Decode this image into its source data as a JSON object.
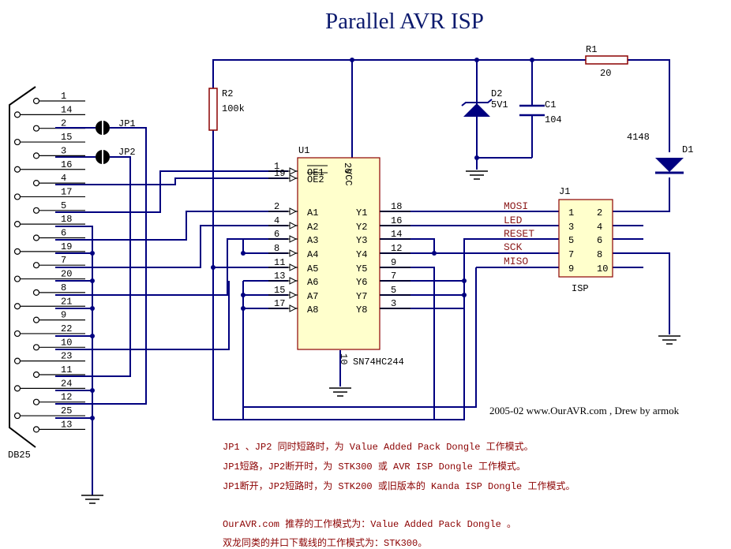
{
  "title": "Parallel AVR ISP",
  "db25": {
    "label": "DB25",
    "pins": [
      "1",
      "14",
      "2",
      "15",
      "3",
      "16",
      "4",
      "17",
      "5",
      "18",
      "6",
      "19",
      "7",
      "20",
      "8",
      "21",
      "9",
      "22",
      "10",
      "23",
      "11",
      "24",
      "12",
      "25",
      "13"
    ]
  },
  "jumpers": {
    "jp1": "JP1",
    "jp2": "JP2"
  },
  "r2": {
    "ref": "R2",
    "value": "100k"
  },
  "r1": {
    "ref": "R1",
    "value": "20"
  },
  "d2": {
    "ref": "D2",
    "value": "5V1"
  },
  "c1": {
    "ref": "C1",
    "value": "104"
  },
  "d1": {
    "ref": "D1",
    "value": "4148"
  },
  "u1": {
    "ref": "U1",
    "part": "SN74HC244",
    "vcc_label": "VCC",
    "vcc_pin": "20",
    "gnd_pin": "10",
    "left_pins": [
      {
        "num": "1",
        "name": "OE1"
      },
      {
        "num": "19",
        "name": "OE2"
      },
      {
        "num": "2",
        "name": "A1"
      },
      {
        "num": "4",
        "name": "A2"
      },
      {
        "num": "6",
        "name": "A3"
      },
      {
        "num": "8",
        "name": "A4"
      },
      {
        "num": "11",
        "name": "A5"
      },
      {
        "num": "13",
        "name": "A6"
      },
      {
        "num": "15",
        "name": "A7"
      },
      {
        "num": "17",
        "name": "A8"
      }
    ],
    "right_pins": [
      {
        "num": "18",
        "name": "Y1"
      },
      {
        "num": "16",
        "name": "Y2"
      },
      {
        "num": "14",
        "name": "Y3"
      },
      {
        "num": "12",
        "name": "Y4"
      },
      {
        "num": "9",
        "name": "Y5"
      },
      {
        "num": "7",
        "name": "Y6"
      },
      {
        "num": "5",
        "name": "Y7"
      },
      {
        "num": "3",
        "name": "Y8"
      }
    ]
  },
  "nets": [
    "MOSI",
    "LED",
    "RESET",
    "SCK",
    "MISO"
  ],
  "j1": {
    "ref": "J1",
    "label": "ISP",
    "pins": [
      [
        "1",
        "2"
      ],
      [
        "3",
        "4"
      ],
      [
        "5",
        "6"
      ],
      [
        "7",
        "8"
      ],
      [
        "9",
        "10"
      ]
    ]
  },
  "credit": "2005-02 www.OurAVR.com , Drew by armok",
  "notes": [
    "JP1 、JP2 同时短路时，为 Value Added Pack Dongle 工作模式。",
    "JP1短路，JP2断开时，为 STK300 或 AVR ISP Dongle 工作模式。",
    "JP1断开，JP2短路时，为  STK200 或旧版本的 Kanda ISP Dongle 工作模式。",
    "OurAVR.com 推荐的工作模式为：Value Added Pack Dongle 。",
    "双龙同类的并口下载线的工作模式为：STK300。"
  ]
}
